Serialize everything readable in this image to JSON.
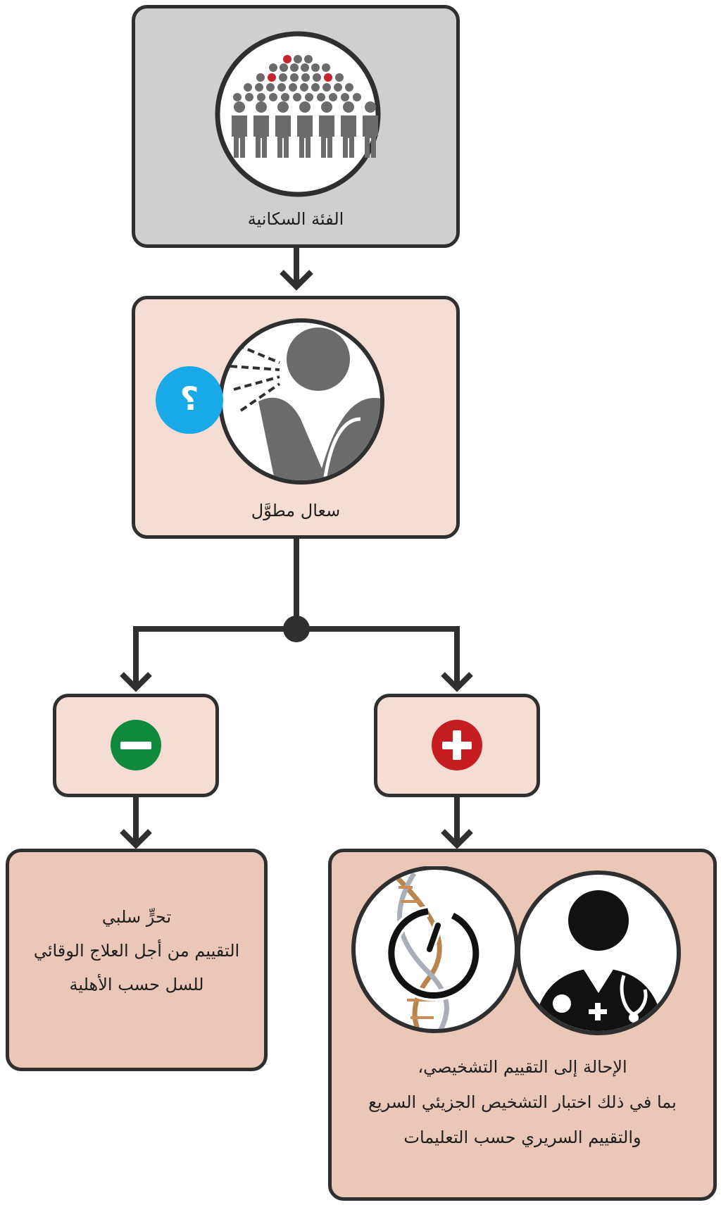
{
  "colors": {
    "population_bg": "#cfcfcf",
    "step_bg": "#f5ddd4",
    "result_bg": "#ebc7b8",
    "outline": "#2f2f2f",
    "negative": "#0f8a3c",
    "positive": "#c61d22",
    "question": "#1aa9e8",
    "icon_gray": "#6b6b6b",
    "highlight_red": "#c8242a"
  },
  "population": {
    "label": "الفئة السكانية",
    "icon": "crowd-icon"
  },
  "cough": {
    "label": "سعال مطوَّل",
    "icon": "coughing-person-icon",
    "badge": "؟"
  },
  "negative": {
    "icon": "minus-circle-icon"
  },
  "positive": {
    "icon": "plus-circle-icon"
  },
  "negative_result": {
    "lines": [
      "تحرٍّ سلبي",
      "التقييم من أجل العلاج الوقائي",
      "للسل حسب الأهلية"
    ]
  },
  "positive_result": {
    "icons": [
      "dna-timer-icon",
      "doctor-icon"
    ],
    "lines": [
      "الإحالة إلى التقييم التشخيصي،",
      "بما في ذلك اختبار التشخيص الجزيئي السريع",
      "والتقييم السريري حسب التعليمات"
    ]
  }
}
